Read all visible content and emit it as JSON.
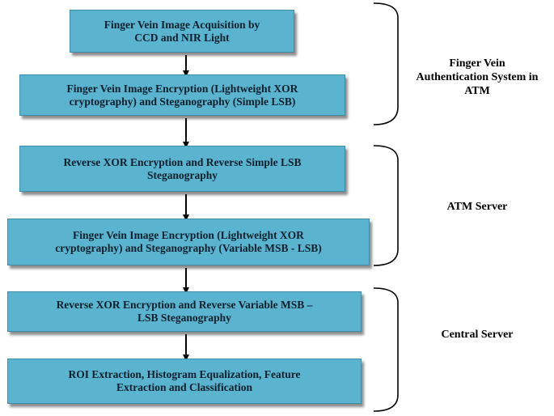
{
  "steps": [
    {
      "line1": "Finger Vein Image Acquisition by",
      "line2": "CCD and NIR Light"
    },
    {
      "line1": "Finger Vein Image Encryption (Lightweight XOR",
      "line2": "cryptography) and Steganography (Simple LSB)"
    },
    {
      "line1": "Reverse XOR Encryption and Reverse Simple LSB",
      "line2": "Steganography"
    },
    {
      "line1": "Finger Vein Image Encryption (Lightweight XOR",
      "line2": "cryptography) and Steganography (Variable MSB - LSB)"
    },
    {
      "line1": "Reverse XOR Encryption and Reverse Variable MSB –",
      "line2": "LSB Steganography"
    },
    {
      "line1": "ROI Extraction, Histogram Equalization, Feature",
      "line2": "Extraction and Classification"
    }
  ],
  "groups": [
    {
      "line1": "Finger Vein",
      "line2": "Authentication System in",
      "line3": "ATM"
    },
    {
      "line1": "ATM Server"
    },
    {
      "line1": "Central Server"
    }
  ],
  "colors": {
    "box_fill": "#5ab3cf",
    "box_border": "#3f8ca6",
    "text": "#0c1f2c"
  }
}
